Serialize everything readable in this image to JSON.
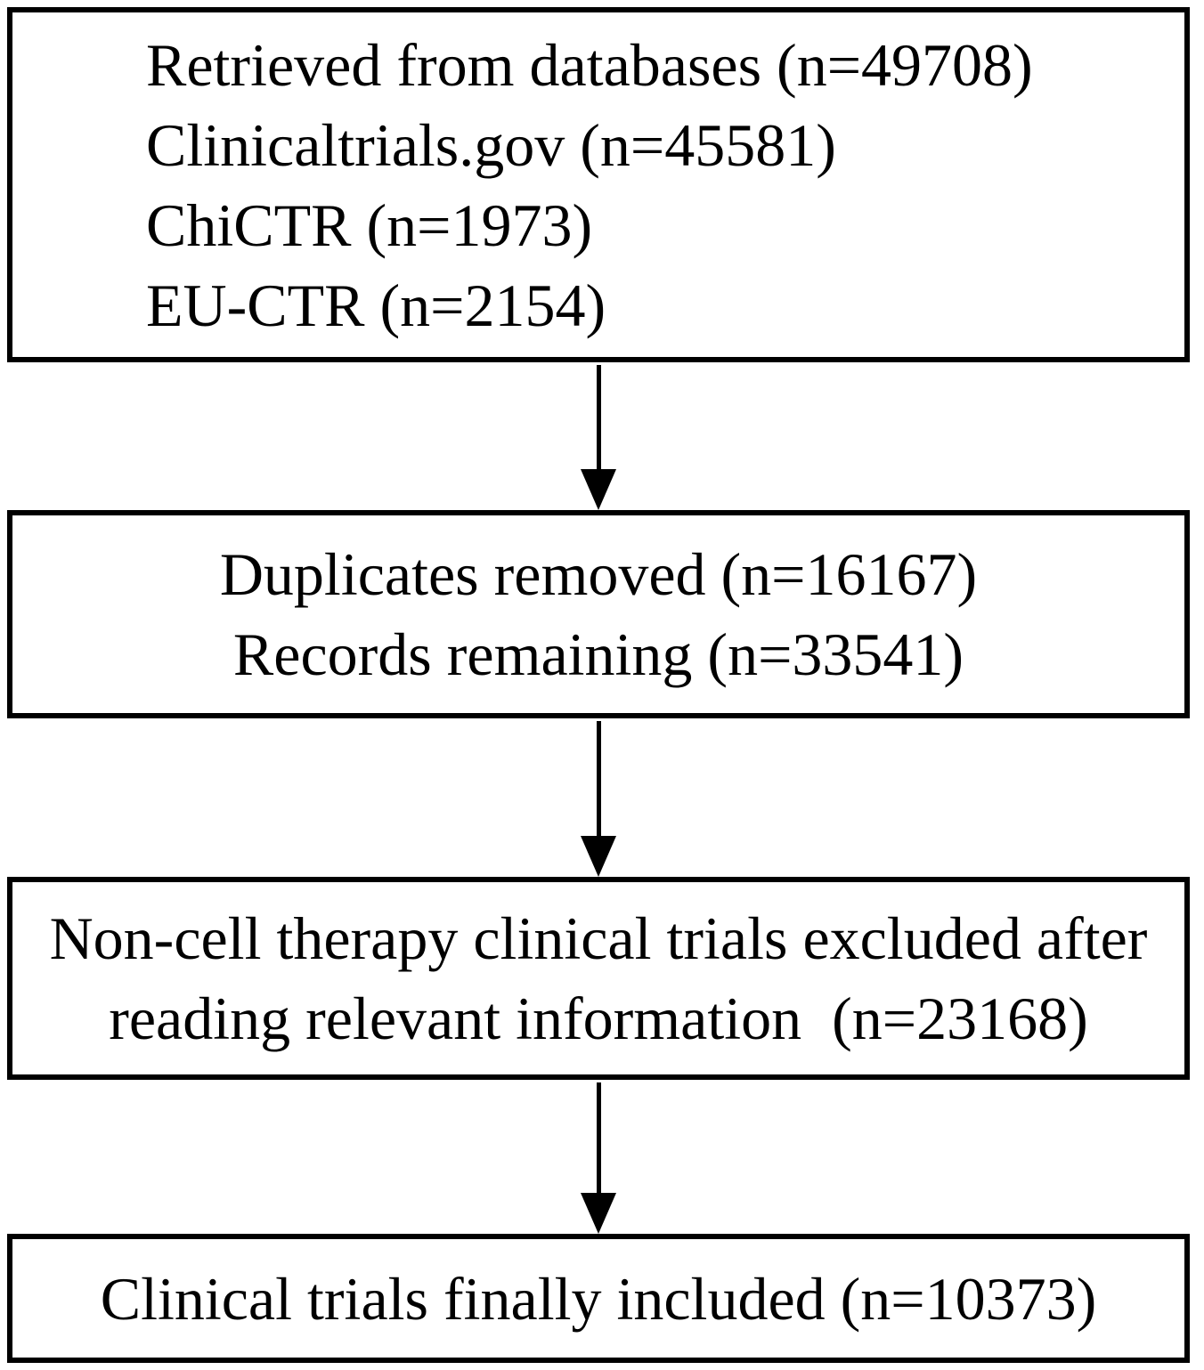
{
  "figure": {
    "type": "flowchart",
    "description": "Clinical trial selection flow diagram with four boxes connected by downward arrows",
    "colors": {
      "background": "#ffffff",
      "box_border": "#000000",
      "text": "#000000",
      "arrow": "#000000"
    },
    "boxes": [
      {
        "id": "retrieved",
        "align": "left",
        "lines": [
          "Retrieved from databases (n=49708)",
          "Clinicaltrials.gov (n=45581)",
          "ChiCTR (n=1973)",
          "EU-CTR (n=2154)"
        ]
      },
      {
        "id": "duplicates",
        "align": "center",
        "lines": [
          "Duplicates removed (n=16167)",
          "Records remaining (n=33541)"
        ]
      },
      {
        "id": "excluded",
        "align": "center",
        "lines": [
          "Non-cell therapy clinical trials excluded after",
          "reading relevant information  (n=23168)"
        ]
      },
      {
        "id": "included",
        "align": "center",
        "lines": [
          "Clinical trials finally included (n=10373)"
        ]
      }
    ],
    "counts": {
      "retrieved_total": 49708,
      "clinicaltrials_gov": 45581,
      "chictr": 1973,
      "eu_ctr": 2154,
      "duplicates_removed": 16167,
      "records_remaining": 33541,
      "non_cell_therapy_excluded": 23168,
      "finally_included": 10373
    }
  }
}
